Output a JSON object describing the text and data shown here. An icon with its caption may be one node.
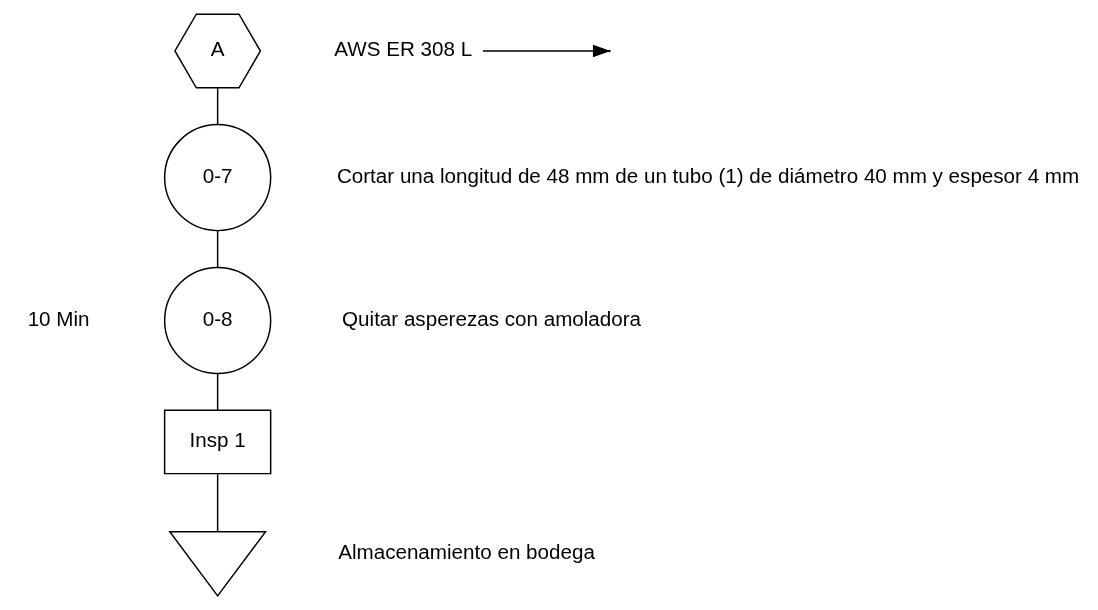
{
  "diagram": {
    "nodes": [
      {
        "text": [
          "A"
        ]
      },
      {
        "text": [
          "0-7"
        ],
        "beside": [
          "Cortar una longitud de 48 mm de un tubo (1) de diámetro 40 mm y espesor 4 mm"
        ]
      },
      {
        "text": [
          "AWS ER 308 L"
        ]
      },
      {
        "text": [
          "0-8"
        ],
        "beside": [
          "10 Min",
          "Quitar asperezas con amoladora"
        ]
      },
      {
        "text": [
          "Insp 1"
        ]
      },
      {
        "text": [],
        "shape": "triangle",
        "beside": [
          "Almacenamiento en bodega"
        ]
      }
    ],
    "edges": [
      {
        "from": 0,
        "to": 1,
        "arrow": "none"
      },
      {
        "from": 2,
        "to": null,
        "arrow": "to"
      },
      {
        "from": 1,
        "to": 3,
        "arrow": "none"
      },
      {
        "from": 3,
        "to": 4,
        "arrow": "none"
      },
      {
        "from": 4,
        "to": 5,
        "arrow": "none"
      }
    ]
  }
}
